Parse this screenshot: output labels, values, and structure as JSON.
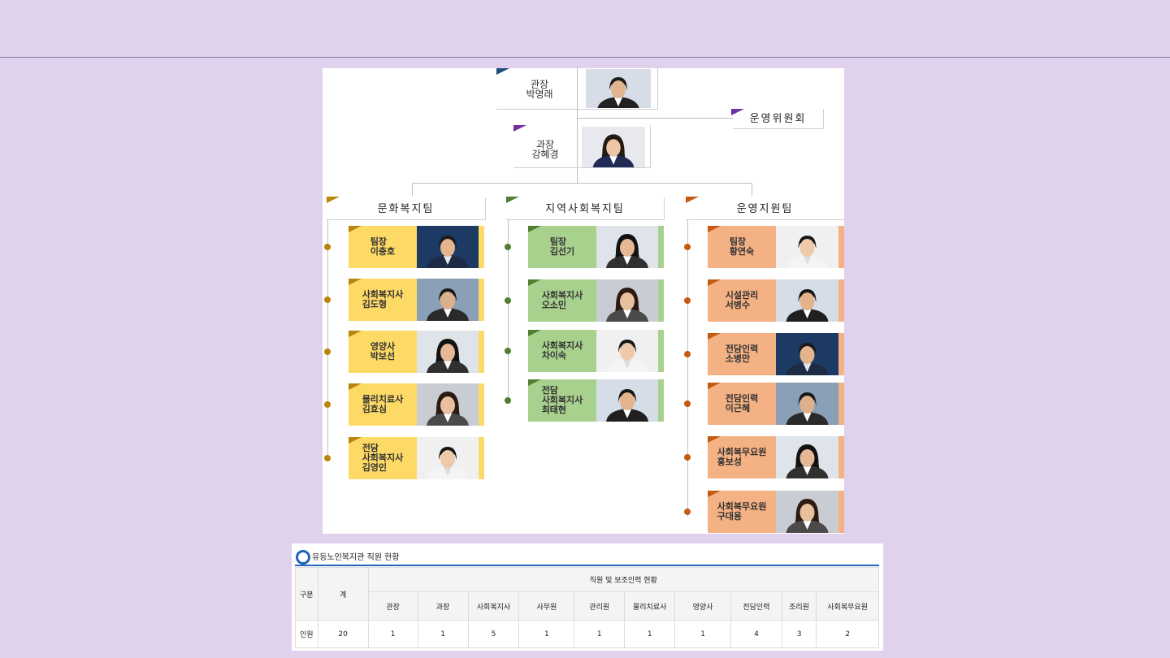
{
  "director": {
    "title": "관장",
    "name": "박명래"
  },
  "manager": {
    "title": "과장",
    "name": "강혜경"
  },
  "committee": "운영위원회",
  "teams": [
    {
      "name": "문화복지팀",
      "color": "#fdd966",
      "dot": "#b8860b",
      "flag": "#b8860b",
      "members": [
        {
          "role": "팀장",
          "name": "이충호"
        },
        {
          "role": "사회복지사",
          "name": "김도형"
        },
        {
          "role": "영양사",
          "name": "박보선"
        },
        {
          "role": "물리치료사",
          "name": "김효심"
        },
        {
          "role": "전담\n사회복지사",
          "name": "김영인"
        }
      ]
    },
    {
      "name": "지역사회복지팀",
      "color": "#a9d18e",
      "dot": "#4f7f2f",
      "flag": "#4f7f2f",
      "members": [
        {
          "role": "팀장",
          "name": "김선기"
        },
        {
          "role": "사회복지사",
          "name": "오소민"
        },
        {
          "role": "사회복지사",
          "name": "차이숙"
        },
        {
          "role": "전담\n사회복지사",
          "name": "최태현"
        }
      ]
    },
    {
      "name": "운영지원팀",
      "color": "#f4b183",
      "dot": "#c55a11",
      "flag": "#c55a11",
      "members": [
        {
          "role": "팀장",
          "name": "황연숙"
        },
        {
          "role": "시설관리",
          "name": "서병수"
        },
        {
          "role": "전담인력",
          "name": "소병만"
        },
        {
          "role": "전담인력",
          "name": "이근혜"
        },
        {
          "role": "사회복무요원",
          "name": "홍보성"
        },
        {
          "role": "사회복무요원",
          "name": "구대용"
        }
      ]
    }
  ],
  "staff_table": {
    "title": "유등노인복지관 직원 현황",
    "col_group": "구분",
    "col_total": "계",
    "group_header": "직원 및 보조인력 현황",
    "columns": [
      "관장",
      "과장",
      "사회복지사",
      "사무원",
      "관리원",
      "물리치료사",
      "영양사",
      "전담인력",
      "조리원",
      "사회복무요원"
    ],
    "row_label": "인원",
    "total": "20",
    "values": [
      "1",
      "1",
      "5",
      "1",
      "1",
      "1",
      "1",
      "4",
      "3",
      "2"
    ]
  }
}
